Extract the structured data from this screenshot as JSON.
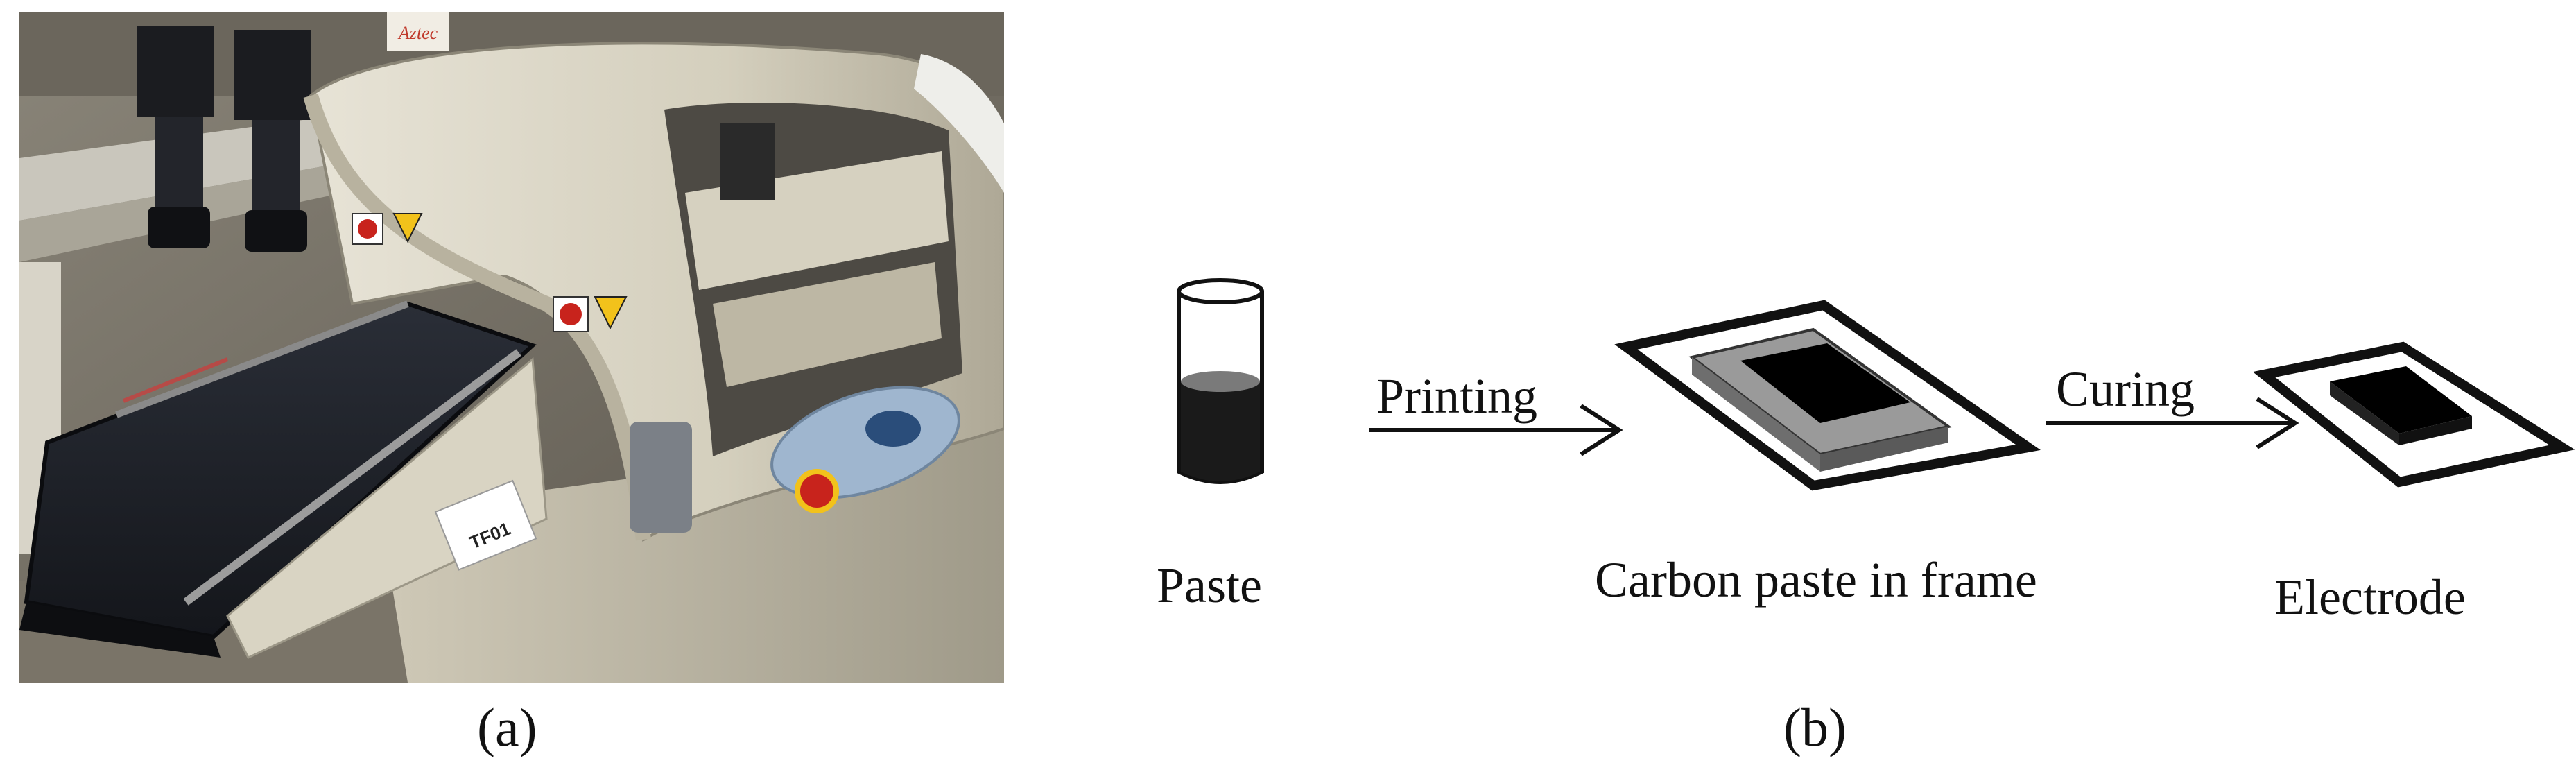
{
  "panels": {
    "a": {
      "label": "(a)"
    },
    "b": {
      "label": "(b)"
    }
  },
  "diagram": {
    "steps": [
      {
        "label": "Paste"
      },
      {
        "label": "Carbon paste in frame"
      },
      {
        "label": "Electrode"
      }
    ],
    "arrows": [
      {
        "label": "Printing"
      },
      {
        "label": "Curing"
      }
    ]
  },
  "photo": {
    "sticker_text": "TF01",
    "brand_text": "Aztec",
    "accent_colors": {
      "machine_cream": "#d9d4c3",
      "belt": "#1c1f26",
      "button_red": "#c8231c"
    }
  }
}
